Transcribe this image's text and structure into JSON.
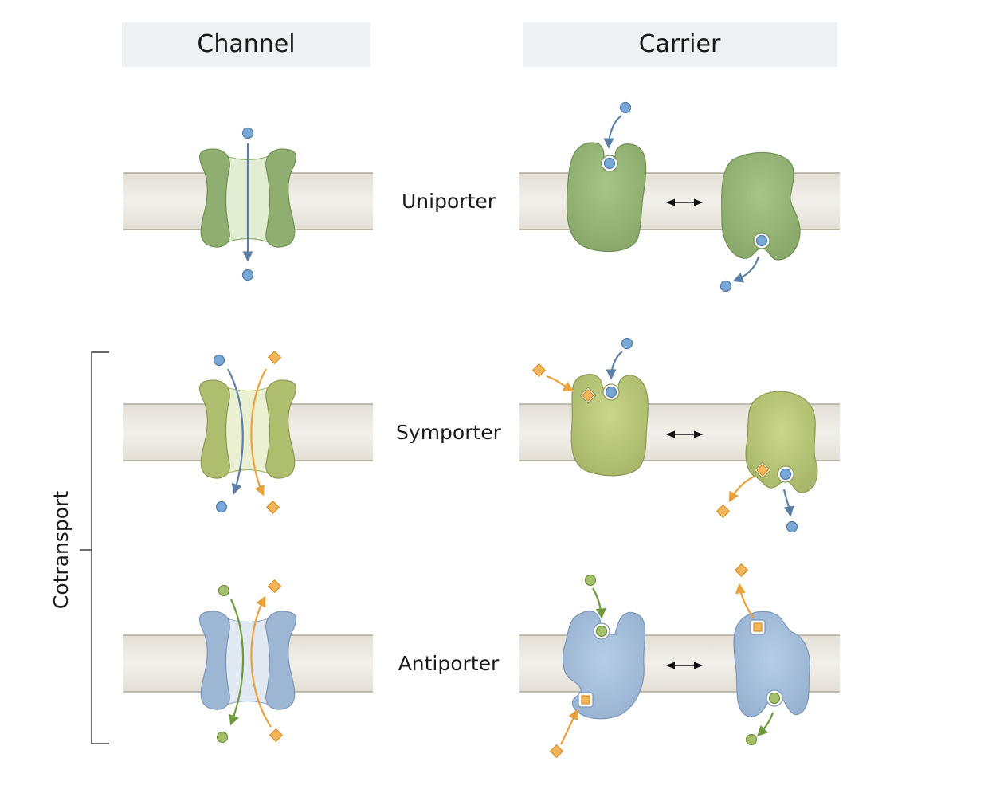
{
  "headers": {
    "channel": "Channel",
    "carrier": "Carrier"
  },
  "rows": [
    {
      "label": "Uniporter",
      "protein_color": "#8fae70",
      "protein_stroke": "#6f8f55",
      "protein_light": "#b2cd94",
      "pore_fill": "#e2eed4"
    },
    {
      "label": "Symporter",
      "protein_color": "#afbd6f",
      "protein_stroke": "#8c9a55",
      "protein_light": "#d2db8e",
      "pore_fill": "#ecf0d2"
    },
    {
      "label": "Antiporter",
      "protein_color": "#9cb6d3",
      "protein_stroke": "#7a96b8",
      "protein_light": "#bcd2ea",
      "pore_fill": "#e1e9f3"
    }
  ],
  "bracket_label": "Cotransport",
  "colors": {
    "header_bg": "#eef1f3",
    "membrane_fill": "#ebe7df",
    "membrane_edge": "#a39c8c",
    "blue_arrow": "#5b7fa6",
    "blue_ball": "#79a8d6",
    "orange": "#e9a23b",
    "orange_square": "#f2b55a",
    "green_arrow": "#6e9a3c",
    "green_ball": "#a5bf6a"
  },
  "icons": [
    "blue-solute-ball",
    "orange-solute-square",
    "green-solute-ball",
    "double-headed-arrow"
  ]
}
